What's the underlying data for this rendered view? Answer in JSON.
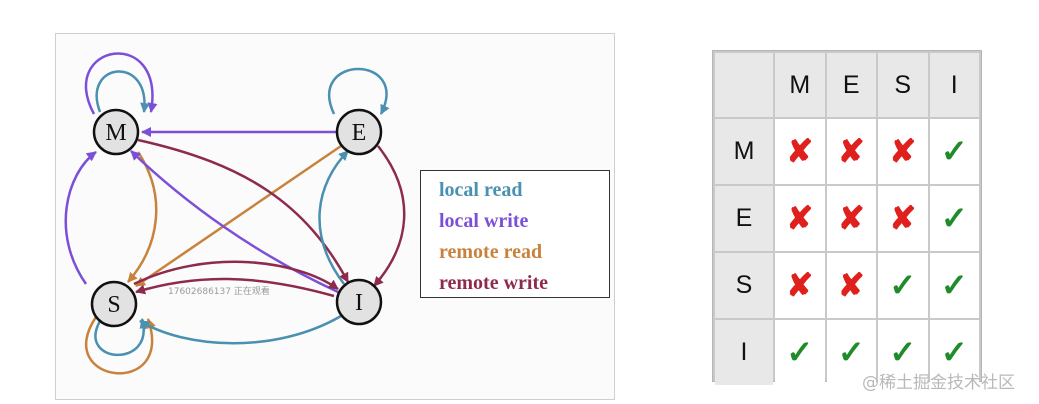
{
  "diagram": {
    "states": {
      "M": "M",
      "E": "E",
      "S": "S",
      "I": "I"
    },
    "legend": [
      {
        "label": "local read",
        "color": "#4a90b0"
      },
      {
        "label": "local write",
        "color": "#7b4fd8"
      },
      {
        "label": "remote read",
        "color": "#c8823c"
      },
      {
        "label": "remote write",
        "color": "#8e2a4e"
      }
    ],
    "overlay_text": "17602686137 正在观看"
  },
  "compatibility_table": {
    "columns": [
      "",
      "M",
      "E",
      "S",
      "I"
    ],
    "rows": [
      {
        "label": "M",
        "cells": [
          "no",
          "no",
          "no",
          "yes"
        ]
      },
      {
        "label": "E",
        "cells": [
          "no",
          "no",
          "no",
          "yes"
        ]
      },
      {
        "label": "S",
        "cells": [
          "no",
          "no",
          "yes",
          "yes"
        ]
      },
      {
        "label": "I",
        "cells": [
          "yes",
          "yes",
          "yes",
          "yes"
        ]
      }
    ],
    "symbols": {
      "no": "✘",
      "yes": "✓"
    },
    "colors": {
      "no": "#e0201c",
      "yes": "#1f8b2a"
    }
  },
  "watermark": "@稀土掘金技术社区"
}
